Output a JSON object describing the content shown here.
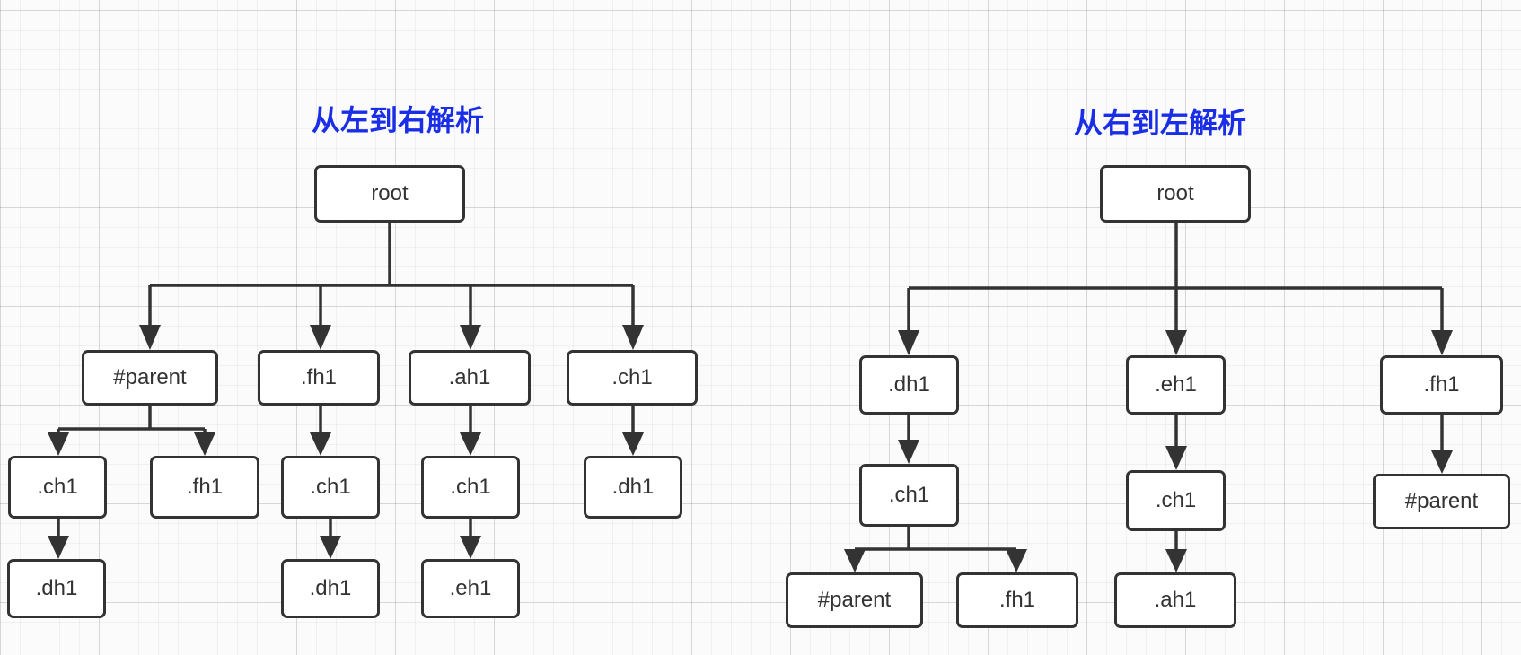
{
  "left_tree": {
    "title": "从左到右解析",
    "nodes": {
      "root": "root",
      "parent": "#parent",
      "fh1": ".fh1",
      "ah1": ".ah1",
      "ch1_top": ".ch1",
      "parent_ch1": ".ch1",
      "parent_fh1": ".fh1",
      "fh1_ch1": ".ch1",
      "ah1_ch1": ".ch1",
      "ch1_dh1": ".dh1",
      "parent_ch1_dh1": ".dh1",
      "fh1_ch1_dh1": ".dh1",
      "ah1_ch1_eh1": ".eh1"
    }
  },
  "right_tree": {
    "title": "从右到左解析",
    "nodes": {
      "root": "root",
      "dh1": ".dh1",
      "eh1": ".eh1",
      "fh1": ".fh1",
      "dh1_ch1": ".ch1",
      "eh1_ch1": ".ch1",
      "fh1_parent": "#parent",
      "dh1_ch1_parent": "#parent",
      "dh1_ch1_fh1": ".fh1",
      "eh1_ch1_ah1": ".ah1"
    }
  }
}
